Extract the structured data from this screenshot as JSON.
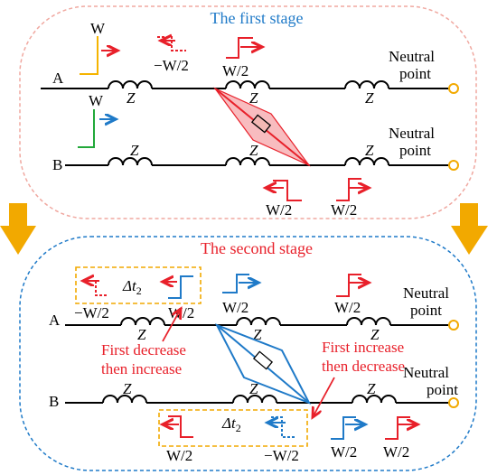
{
  "stage1": {
    "title": "The first stage",
    "line_a_label": "A",
    "line_b_label": "B",
    "neutral_a": [
      "Neutral",
      "point"
    ],
    "neutral_b": [
      "Neutral",
      "point"
    ],
    "z_label": "Z",
    "wave_w_a": "W",
    "wave_w_b": "W",
    "reflected_label": "−W/2",
    "transmitted_a": "W/2",
    "transmitted_b_left": "W/2",
    "transmitted_b_right": "W/2"
  },
  "stage2": {
    "title": "The second stage",
    "line_a_label": "A",
    "line_b_label": "B",
    "neutral_a": [
      "Neutral",
      "point"
    ],
    "neutral_b": [
      "Neutral",
      "point"
    ],
    "z_label": "Z",
    "delta_t_top": "Δt",
    "delta_t_top_sub": "2",
    "delta_t_bottom": "Δt",
    "delta_t_bottom_sub": "2",
    "a_label_neg": "−W/2",
    "a_label_pos": "W/2",
    "a_label_blue": "W/2",
    "a_label_right": "W/2",
    "b_label_left": "W/2",
    "b_label_neg": "−W/2",
    "b_label_blue": "W/2",
    "b_label_right": "W/2",
    "annotation_decrease": [
      "First decrease",
      "then increase"
    ],
    "annotation_increase": [
      "First increase",
      "then decrease"
    ]
  },
  "colors": {
    "red": "#e8202a",
    "blue": "#1f7ac8",
    "green": "#22a83a",
    "orange": "#f5b400",
    "pink_dash": "#f0a8a0",
    "blue_dash": "#1f7ac8",
    "arrow_fill": "#f2a900"
  }
}
